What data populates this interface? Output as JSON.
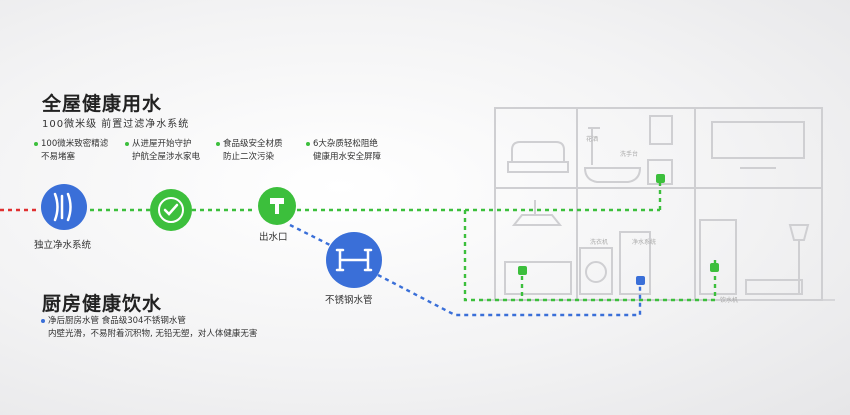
{
  "section_top": {
    "title": "全屋健康用水",
    "subtitle": "100微米级 前置过滤净水系统",
    "features": [
      {
        "line1": "100微米致密精滤",
        "line2": "不易堵塞"
      },
      {
        "line1": "从进屋开始守护",
        "line2": "护航全屋涉水家电"
      },
      {
        "line1": "食品级安全材质",
        "line2": "防止二次污染"
      },
      {
        "line1": "6大杂质轻松阻绝",
        "line2": "健康用水安全屏障"
      }
    ]
  },
  "section_kitchen": {
    "title": "厨房健康饮水",
    "line1": "净后厨房水管 食品级304不锈钢水管",
    "line2": "内壁光滑，不易附着沉积物, 无铅无塑，对人体健康无害"
  },
  "nodes": {
    "filter_label": "独立净水系统",
    "outlet_label": "出水口",
    "pipe_label": "不锈钢水管"
  },
  "house_labels": {
    "bathroom": "花洒",
    "basin": "洗手台",
    "washer": "洗衣机",
    "purifier": "净水系统",
    "dispenser": "饮水机"
  },
  "colors": {
    "green": "#3cbf3c",
    "blue": "#3a6fd8",
    "red": "#e03030",
    "house_line": "#cfcfd2"
  }
}
